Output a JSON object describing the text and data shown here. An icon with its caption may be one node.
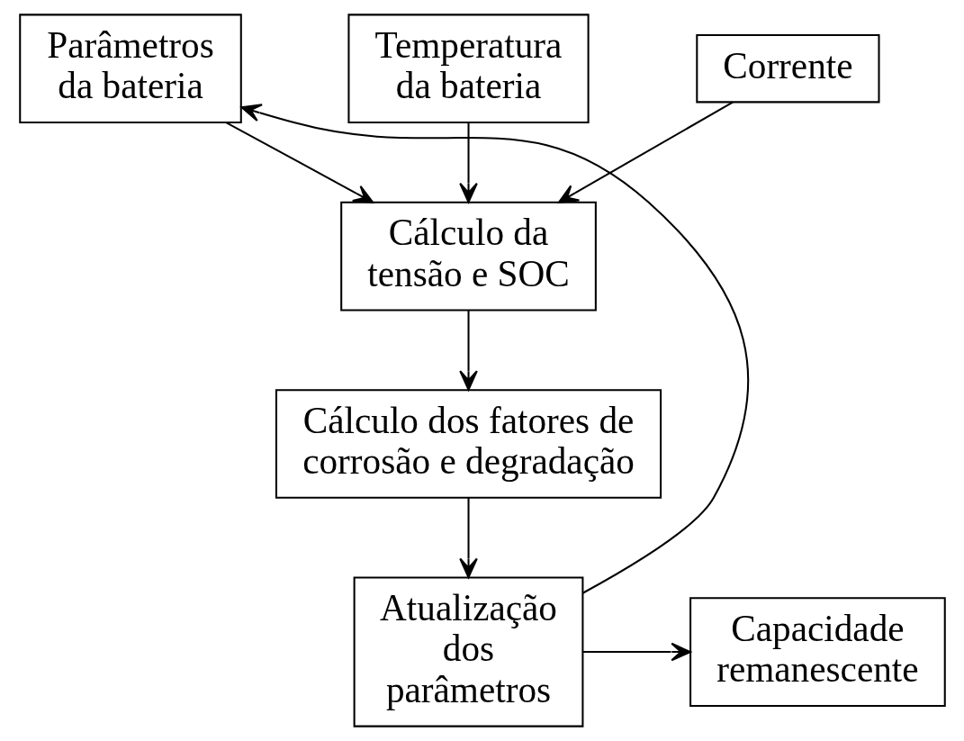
{
  "diagram": {
    "nodes": [
      {
        "text": [
          "Parâmetros da bateria"
        ]
      },
      {
        "text": [
          "Temperatura da bateria"
        ]
      },
      {
        "text": [
          "Corrente"
        ]
      },
      {
        "text": [
          "Cálculo da tensão e SOC"
        ]
      },
      {
        "text": [
          "Cálculo dos fatores de corrosão e degradação"
        ]
      },
      {
        "text": [
          "Atualização dos parâmetros"
        ]
      },
      {
        "text": [
          "Capacidade remanescente"
        ]
      }
    ],
    "edges": [
      {
        "from": 0,
        "to": 3,
        "arrow": "to"
      },
      {
        "from": 1,
        "to": 3,
        "arrow": "to"
      },
      {
        "from": 2,
        "to": 3,
        "arrow": "to"
      },
      {
        "from": 3,
        "to": 4,
        "arrow": "to"
      },
      {
        "from": 4,
        "to": 5,
        "arrow": "to"
      },
      {
        "from": 5,
        "to": 0,
        "arrow": "to"
      },
      {
        "from": 5,
        "to": 6,
        "arrow": "to"
      }
    ]
  }
}
